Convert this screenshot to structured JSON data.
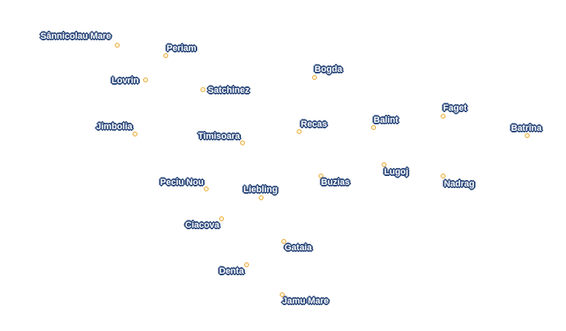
{
  "map": {
    "places": [
      {
        "id": "sannicolau-mare",
        "name": "Sânnicolau Mare"
      },
      {
        "id": "periam",
        "name": "Periam"
      },
      {
        "id": "bogda",
        "name": "Bogda"
      },
      {
        "id": "lovrin",
        "name": "Lovrin"
      },
      {
        "id": "satchinez",
        "name": "Satchinez"
      },
      {
        "id": "faget",
        "name": "Faget"
      },
      {
        "id": "balint",
        "name": "Balint"
      },
      {
        "id": "recas",
        "name": "Recas"
      },
      {
        "id": "jimbolia",
        "name": "Jimbolia"
      },
      {
        "id": "timisoara",
        "name": "Timisoara"
      },
      {
        "id": "batrina",
        "name": "Batrîna"
      },
      {
        "id": "lugoj",
        "name": "Lugoj"
      },
      {
        "id": "peciu-nou",
        "name": "Peciu Nou"
      },
      {
        "id": "buzias",
        "name": "Buzias"
      },
      {
        "id": "nadrag",
        "name": "Nadrag"
      },
      {
        "id": "liebling",
        "name": "Liebling"
      },
      {
        "id": "ciacova",
        "name": "Ciacova"
      },
      {
        "id": "gataia",
        "name": "Gataia"
      },
      {
        "id": "denta",
        "name": "Denta"
      },
      {
        "id": "jamu-mare",
        "name": "Jamu Mare"
      }
    ]
  },
  "colors": {
    "marker_fill": "#fff4d6",
    "marker_stroke": "#e8a93a",
    "label_text": "#ffffff",
    "label_halo": "#2d4a7c"
  }
}
